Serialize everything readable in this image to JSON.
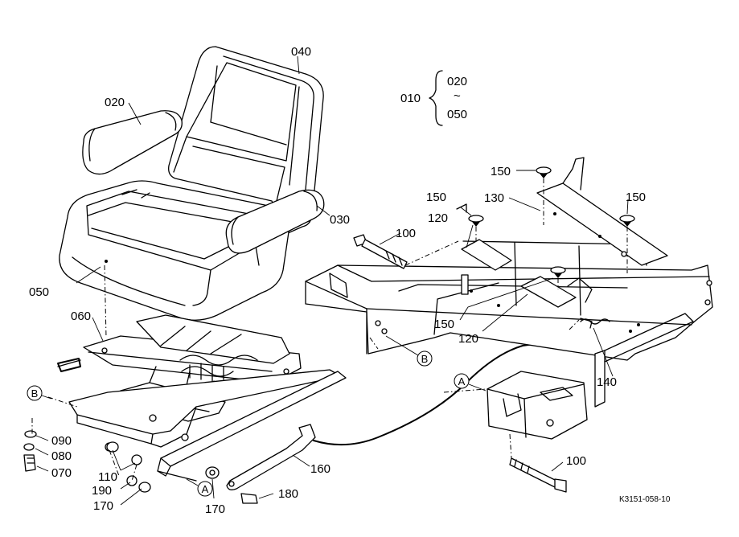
{
  "diagram": {
    "drawing_code": "K3151-058-10",
    "group": {
      "ref": "010",
      "range_start": "020",
      "range_tilde": "~",
      "range_end": "050"
    },
    "callouts": [
      {
        "id": "020",
        "label": "020"
      },
      {
        "id": "040",
        "label": "040"
      },
      {
        "id": "030",
        "label": "030"
      },
      {
        "id": "050",
        "label": "050"
      },
      {
        "id": "060",
        "label": "060"
      },
      {
        "id": "090",
        "label": "090"
      },
      {
        "id": "080",
        "label": "080"
      },
      {
        "id": "070",
        "label": "070"
      },
      {
        "id": "110",
        "label": "110"
      },
      {
        "id": "190",
        "label": "190"
      },
      {
        "id": "170a",
        "label": "170"
      },
      {
        "id": "170b",
        "label": "170"
      },
      {
        "id": "180",
        "label": "180"
      },
      {
        "id": "160",
        "label": "160"
      },
      {
        "id": "100a",
        "label": "100"
      },
      {
        "id": "100b",
        "label": "100"
      },
      {
        "id": "150a",
        "label": "150"
      },
      {
        "id": "150b",
        "label": "150"
      },
      {
        "id": "150c",
        "label": "150"
      },
      {
        "id": "150d",
        "label": "150"
      },
      {
        "id": "130",
        "label": "130"
      },
      {
        "id": "120a",
        "label": "120"
      },
      {
        "id": "120b",
        "label": "120"
      },
      {
        "id": "140",
        "label": "140"
      }
    ],
    "connectors": [
      {
        "id": "B1",
        "label": "B"
      },
      {
        "id": "B2",
        "label": "B"
      },
      {
        "id": "A1",
        "label": "A"
      },
      {
        "id": "A2",
        "label": "A"
      }
    ]
  }
}
